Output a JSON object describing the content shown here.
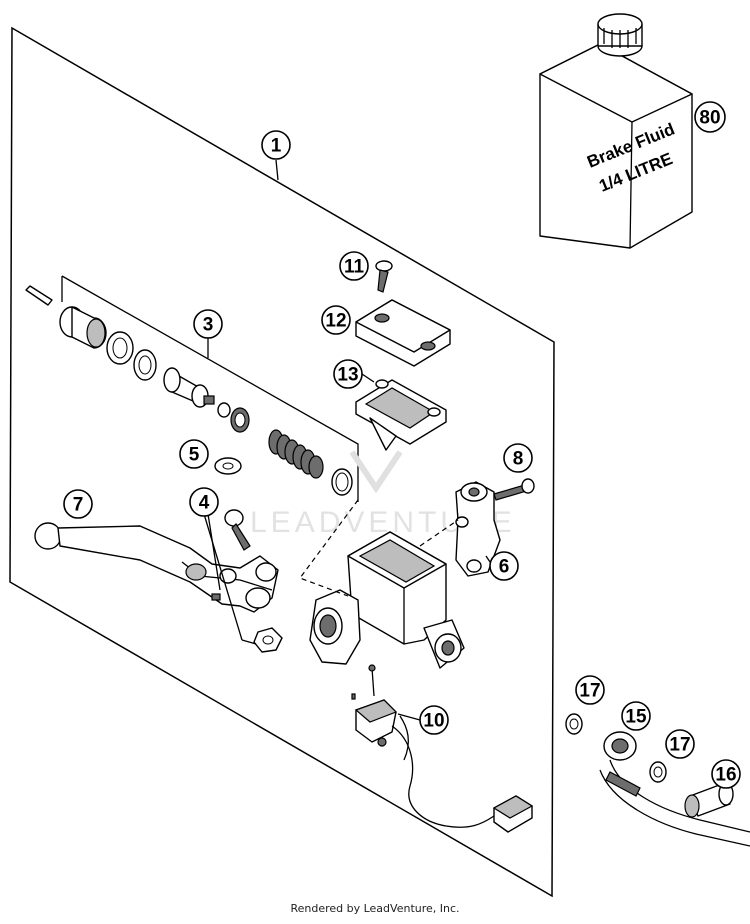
{
  "callouts": {
    "c1": "1",
    "c3": "3",
    "c4": "4",
    "c5": "5",
    "c6": "6",
    "c7": "7",
    "c8": "8",
    "c10": "10",
    "c11": "11",
    "c12": "12",
    "c13": "13",
    "c15": "15",
    "c16": "16",
    "c17a": "17",
    "c17b": "17",
    "c80": "80"
  },
  "can_label": {
    "line1": "Brake Fluid",
    "line2": "1/4 LITRE"
  },
  "watermark": "LEADVENTURE",
  "footer": "Rendered by LeadVenture, Inc."
}
